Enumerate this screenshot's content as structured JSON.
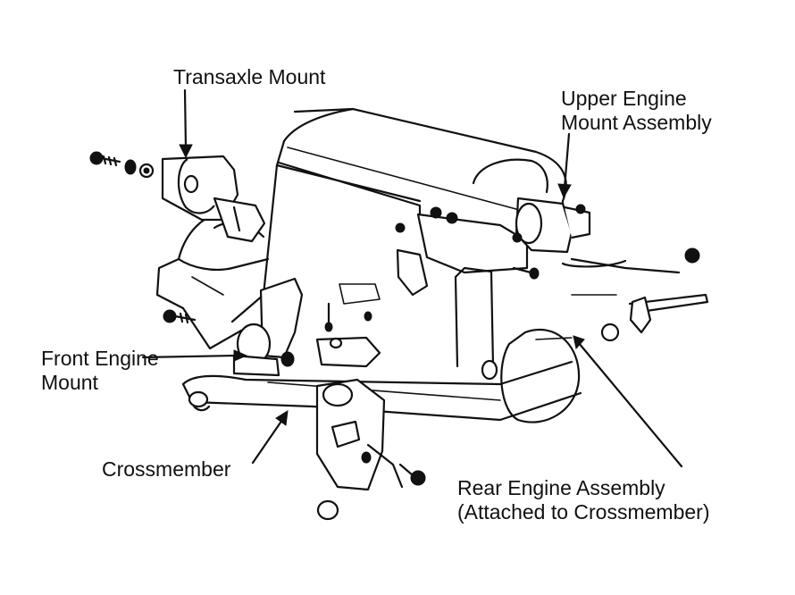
{
  "labels": {
    "transaxle_mount": "Transaxle Mount",
    "upper_engine_mount_line1": "Upper Engine",
    "upper_engine_mount_line2": "Mount Assembly",
    "front_engine_mount_line1": "Front Engine",
    "front_engine_mount_line2": "Mount",
    "crossmember": "Crossmember",
    "rear_engine_assembly_line1": "Rear Engine Assembly",
    "rear_engine_assembly_line2": "(Attached to Crossmember)"
  },
  "colors": {
    "ink": "#111111",
    "paper": "#ffffff"
  }
}
